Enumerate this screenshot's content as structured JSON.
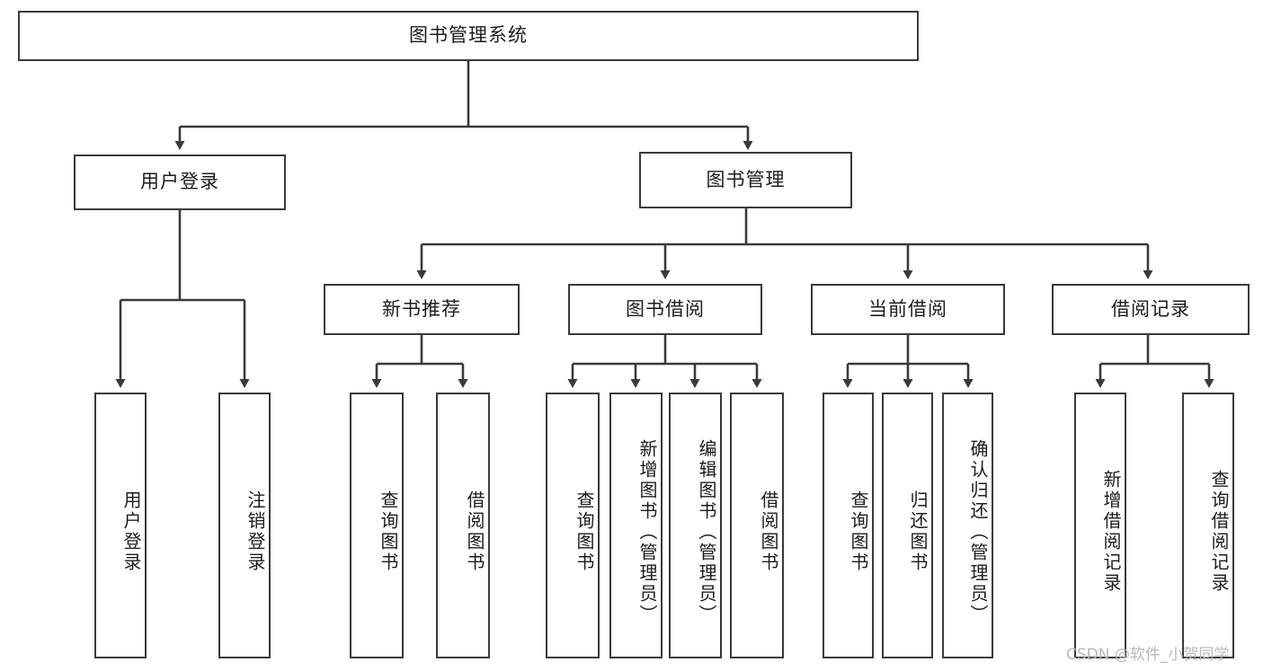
{
  "diagram": {
    "title": "图书管理系统",
    "type": "tree-hierarchy",
    "root": {
      "label": "图书管理系统"
    },
    "level2": [
      {
        "label": "用户登录"
      },
      {
        "label": "图书管理"
      }
    ],
    "level3": [
      {
        "label": "新书推荐"
      },
      {
        "label": "图书借阅"
      },
      {
        "label": "当前借阅"
      },
      {
        "label": "借阅记录"
      }
    ],
    "leaves": {
      "user_login": [
        {
          "label": "用户登录"
        },
        {
          "label": "注销登录"
        }
      ],
      "new_book_recommend": [
        {
          "label": "查询图书"
        },
        {
          "label": "借阅图书"
        }
      ],
      "book_borrow": [
        {
          "label": "查询图书"
        },
        {
          "label": "新增图书（管理员）"
        },
        {
          "label": "编辑图书（管理员）"
        },
        {
          "label": "借阅图书"
        }
      ],
      "current_borrow": [
        {
          "label": "查询图书"
        },
        {
          "label": "归还图书"
        },
        {
          "label": "确认归还（管理员）"
        }
      ],
      "borrow_record": [
        {
          "label": "新增借阅记录"
        },
        {
          "label": "查询借阅记录"
        }
      ]
    }
  },
  "watermark": {
    "text": "CSDN @软件_小贺同学"
  },
  "colors": {
    "background": "#ffffff",
    "box_border": "#3a3a3a",
    "box_fill": "#ffffff",
    "line": "#3a3a3a",
    "text": "#1c1c1c",
    "watermark": "#b9b9b9"
  }
}
